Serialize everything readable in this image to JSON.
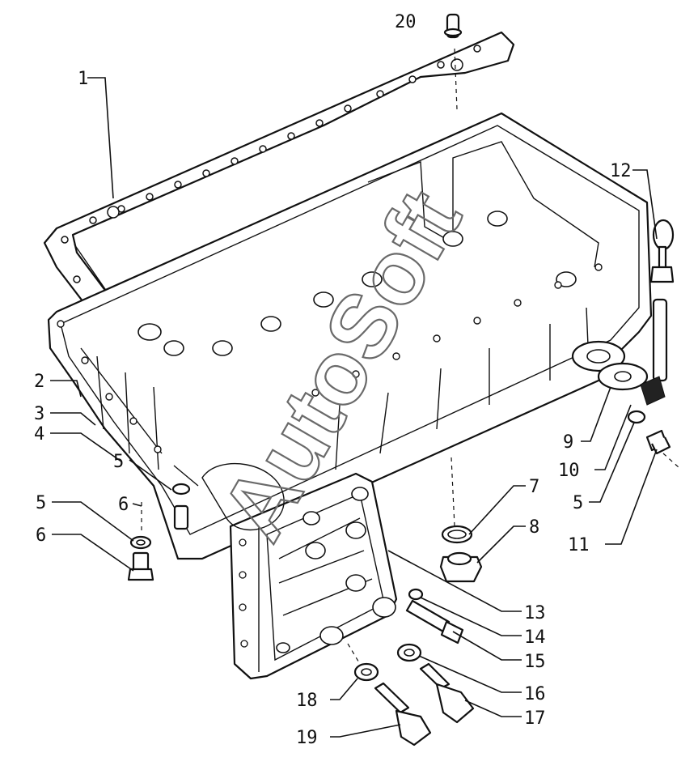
{
  "watermark": "AutoSoft",
  "callouts": [
    "20",
    "1",
    "12",
    "2",
    "3",
    "4",
    "5",
    "5",
    "6",
    "6",
    "9",
    "10",
    "5",
    "11",
    "7",
    "8",
    "13",
    "14",
    "15",
    "16",
    "17",
    "18",
    "19"
  ],
  "callout_meaning": "part reference numbers"
}
